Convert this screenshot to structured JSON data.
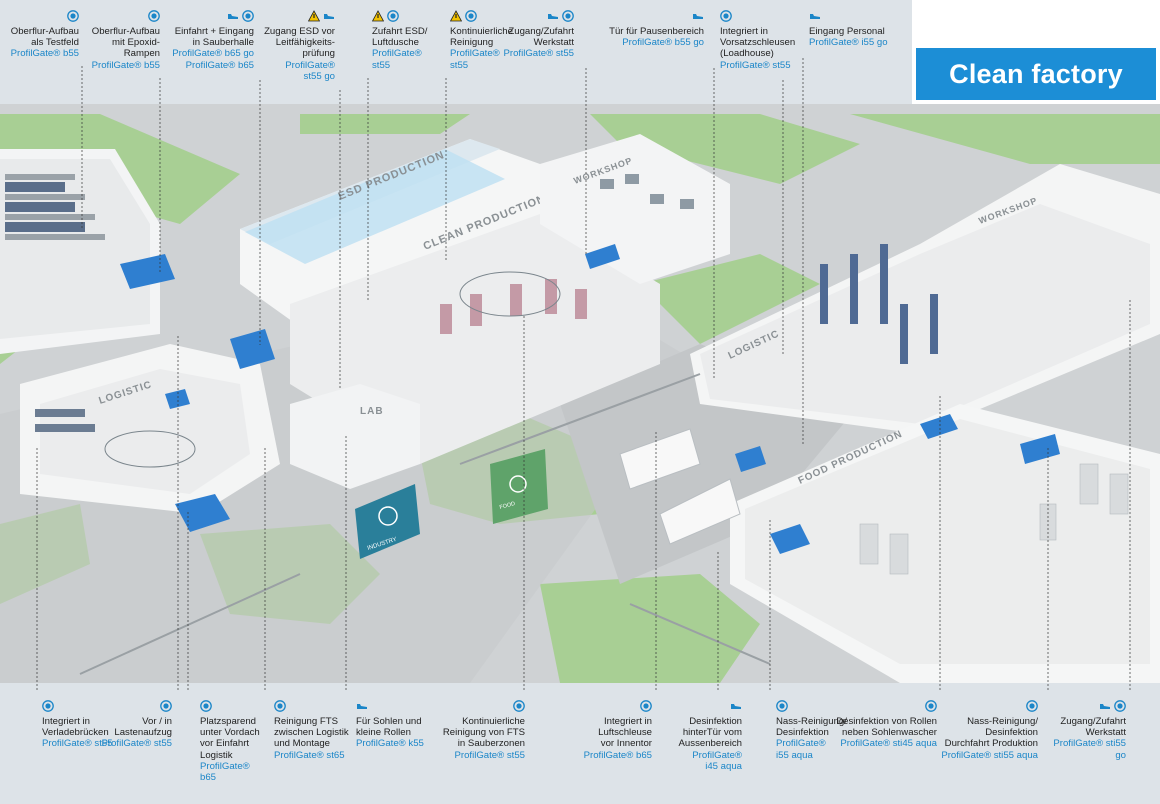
{
  "title": "Clean factory",
  "colors": {
    "accent": "#1c8ed6",
    "panel": "#dde3e8",
    "floor": "#c9ccce",
    "grass": "#a8cf94",
    "mat": "#2f7fd0"
  },
  "top_callouts": [
    {
      "text": "Oberflur-Aufbau\nals Testfeld",
      "product": "ProfilGate® b55",
      "icons": [
        "profilgate-icon"
      ]
    },
    {
      "text": "Oberflur-Aufbau\nmit Epoxid-\nRampen",
      "product": "ProfilGate® b55",
      "icons": [
        "profilgate-icon"
      ]
    },
    {
      "text": "Einfahrt + Eingang\nin Sauberhalle",
      "product": "ProfilGate® b65 go\nProfilGate® b65",
      "icons": [
        "shoe-icon",
        "profilgate-icon"
      ]
    },
    {
      "text": "Zugang ESD vor\nLeitfähigkeits-\nprüfung",
      "product": "ProfilGate®\nst55 go",
      "icons": [
        "esd-warning-icon",
        "shoe-icon"
      ]
    },
    {
      "text": "Zufahrt ESD/\nLuftdusche",
      "product": "ProfilGate®\nst55",
      "icons": [
        "esd-warning-icon",
        "profilgate-icon"
      ]
    },
    {
      "text": "Kontinuierliche\nReinigung",
      "product": "ProfilGate®\nst55",
      "icons": [
        "esd-warning-icon",
        "profilgate-icon"
      ]
    },
    {
      "text": "Zugang/Zufahrt\nWerkstatt",
      "product": "ProfilGate® st55",
      "icons": [
        "shoe-icon",
        "profilgate-icon"
      ]
    },
    {
      "text": "Tür für Pausenbereich",
      "product": "ProfilGate® b55 go",
      "icons": [
        "shoe-icon"
      ]
    },
    {
      "text": "Integriert in\nVorsatzschleusen\n(Loadhouse)",
      "product": "ProfilGate® st55",
      "icons": [
        "profilgate-icon"
      ]
    },
    {
      "text": "Eingang Personal",
      "product": "ProfilGate® i55 go",
      "icons": [
        "shoe-icon"
      ]
    }
  ],
  "bottom_callouts": [
    {
      "text": "Integriert in\nVerladebrücken",
      "product": "ProfilGate® st55",
      "icons": [
        "profilgate-icon"
      ]
    },
    {
      "text": "Vor / in\nLastenaufzug",
      "product": "ProfilGate® st55",
      "icons": [
        "profilgate-icon"
      ]
    },
    {
      "text": "Platzsparend\nunter Vordach\nvor Einfahrt\nLogistik",
      "product": "ProfilGate® b65",
      "icons": [
        "profilgate-icon"
      ]
    },
    {
      "text": "Reinigung FTS\nzwischen Logistik\nund Montage",
      "product": "ProfilGate® st65",
      "icons": [
        "profilgate-icon"
      ]
    },
    {
      "text": "Für Sohlen und\nkleine Rollen",
      "product": "ProfilGate® k55",
      "icons": [
        "shoe-icon"
      ]
    },
    {
      "text": "Kontinuierliche\nReinigung von FTS\nin Sauberzonen",
      "product": "ProfilGate® st55",
      "icons": [
        "profilgate-icon"
      ]
    },
    {
      "text": "Integriert in\nLuftschleuse\nvor Innentor",
      "product": "ProfilGate® b65",
      "icons": [
        "profilgate-icon"
      ]
    },
    {
      "text": "Desinfektion\nhinterTür vom\nAussenbereich",
      "product": "ProfilGate®\ni45 aqua",
      "icons": [
        "shoe-icon"
      ]
    },
    {
      "text": "Nass-Reinigung/\nDesinfektion",
      "product": "ProfilGate®\ni55 aqua",
      "icons": [
        "profilgate-icon"
      ]
    },
    {
      "text": "Desinfektion von Rollen\nneben Sohlenwascher",
      "product": "ProfilGate® sti45 aqua",
      "icons": [
        "profilgate-icon"
      ]
    },
    {
      "text": "Nass-Reinigung/\nDesinfektion\nDurchfahrt Produktion",
      "product": "ProfilGate® sti55 aqua",
      "icons": [
        "profilgate-icon"
      ]
    },
    {
      "text": "Zugang/Zufahrt\nWerkstatt",
      "product": "ProfilGate® sti55 go",
      "icons": [
        "shoe-icon",
        "profilgate-icon"
      ]
    }
  ],
  "building_labels": {
    "esd": "ESD PRODUCTION",
    "clean": "CLEAN PRODUCTION",
    "workshop1": "WORKSHOP",
    "workshop2": "WORKSHOP",
    "logistic1": "LOGISTIC",
    "logistic2": "LOGISTIC",
    "lab": "LAB",
    "food": "FOOD PRODUCTION",
    "industry_sign": "INDUSTRY",
    "food_sign": "FOOD"
  }
}
